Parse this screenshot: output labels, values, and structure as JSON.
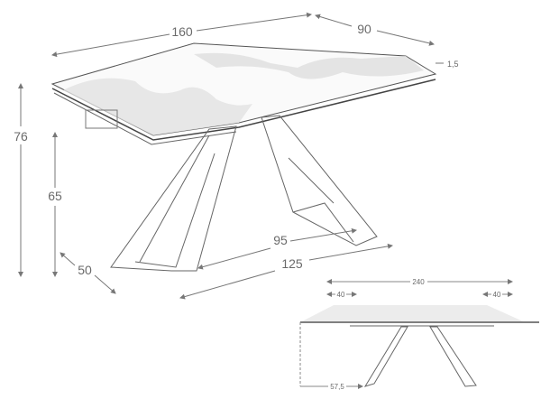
{
  "main_view": {
    "top_length": "160",
    "top_depth": "90",
    "top_thickness": "1,5",
    "total_height": "76",
    "frame_height": "65",
    "base_depth": "50",
    "inner_base_length": "95",
    "outer_base_length": "125"
  },
  "extended_view": {
    "total_length": "240",
    "left_extension": "40",
    "right_extension": "40",
    "leg_offset": "57,5"
  },
  "colors": {
    "line": "#555555",
    "dimension": "#777777",
    "marble": "#d8d8d8"
  }
}
